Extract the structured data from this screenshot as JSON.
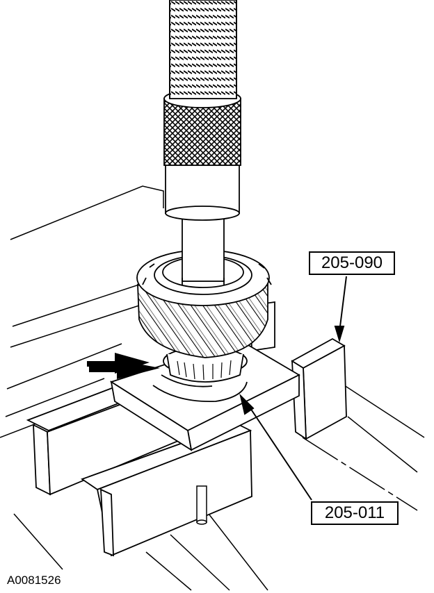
{
  "callouts": {
    "tool_upper": "205-090",
    "tool_lower": "205-011"
  },
  "figure_id": "A0081526",
  "colors": {
    "line": "#000000",
    "fill": "#ffffff",
    "shade": "#d9d9d9"
  },
  "icons": [
    "direction-arrow-icon"
  ]
}
